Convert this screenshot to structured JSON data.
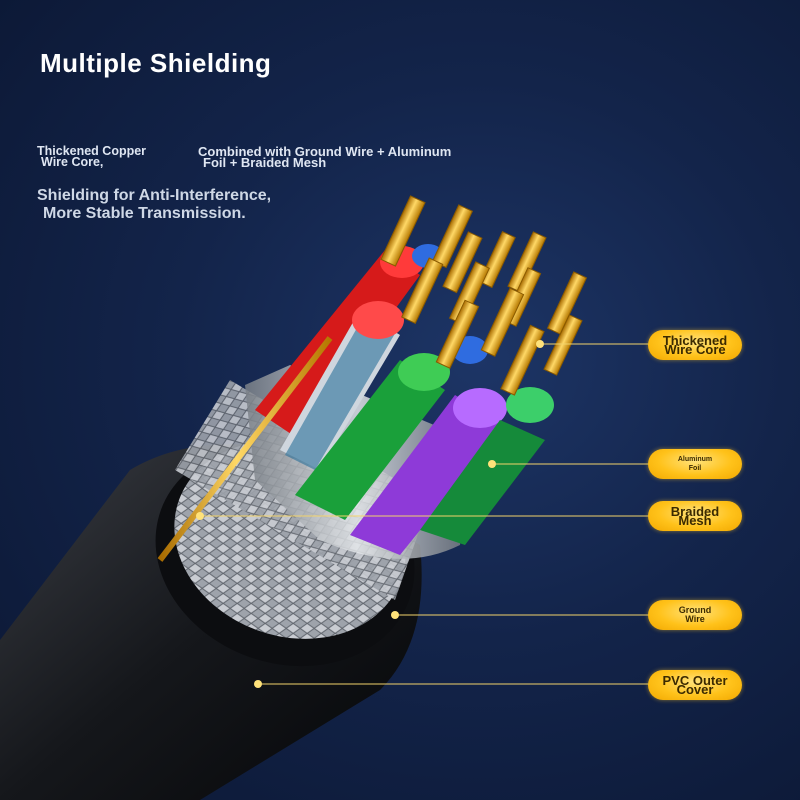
{
  "heading": "Multiple Shielding",
  "intro": {
    "line1": [
      "Thickened Copper",
      "Wire Core,"
    ],
    "line2": [
      "Combined with Ground Wire + Aluminum",
      "Foil + Braided Mesh"
    ]
  },
  "tagline": [
    "Shielding for Anti-Interference,",
    "More Stable Transmission."
  ],
  "callouts": [
    {
      "lines": [
        "Thickened",
        "Wire Core"
      ]
    },
    {
      "lines": [
        "Aluminum",
        "Foil"
      ]
    },
    {
      "lines": [
        "Braided",
        "Mesh"
      ]
    },
    {
      "lines": [
        "Ground",
        "Wire"
      ]
    },
    {
      "lines": [
        "PVC Outer",
        "Cover"
      ]
    }
  ],
  "colors": {
    "accent": "#ffc21a",
    "background": "#13244a"
  }
}
